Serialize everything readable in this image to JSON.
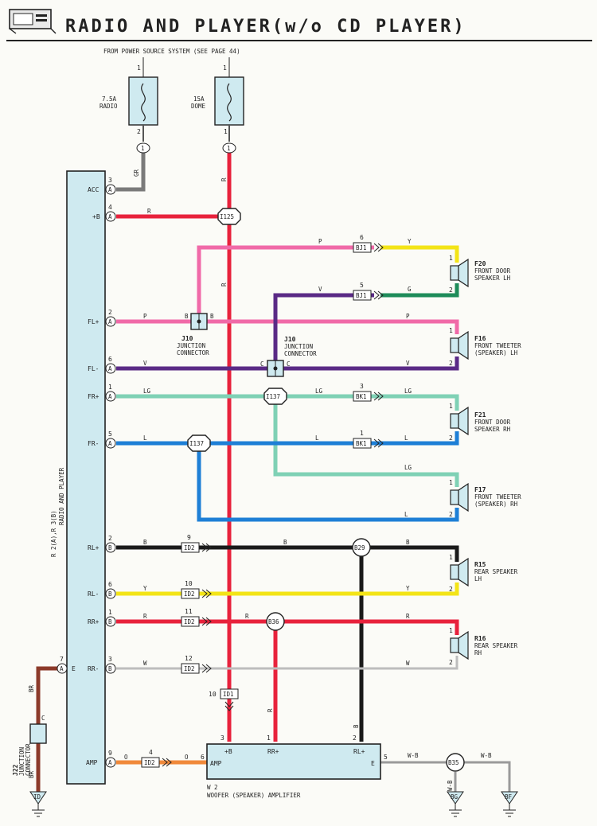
{
  "title": "RADIO AND PLAYER(w/o CD PLAYER)",
  "power_note": "FROM POWER SOURCE SYSTEM (SEE PAGE 44)",
  "fuses": [
    {
      "amp": "7.5A",
      "name": "RADIO",
      "pin_top": "1",
      "pin_bottom": "2"
    },
    {
      "amp": "15A",
      "name": "DOME",
      "pin_top": "1",
      "pin_bottom": "1"
    }
  ],
  "radio": {
    "ref": "R 2(A),R 3(B)",
    "name": "RADIO AND PLAYER",
    "terminals": [
      {
        "name": "ACC",
        "pin": "3",
        "conn": "A"
      },
      {
        "name": "+B",
        "pin": "4",
        "conn": "A"
      },
      {
        "name": "FL+",
        "pin": "2",
        "conn": "A"
      },
      {
        "name": "FL-",
        "pin": "6",
        "conn": "A"
      },
      {
        "name": "FR+",
        "pin": "1",
        "conn": "A"
      },
      {
        "name": "FR-",
        "pin": "5",
        "conn": "A"
      },
      {
        "name": "RL+",
        "pin": "2",
        "conn": "B"
      },
      {
        "name": "RL-",
        "pin": "6",
        "conn": "B"
      },
      {
        "name": "RR+",
        "pin": "1",
        "conn": "B"
      },
      {
        "name": "RR-",
        "pin": "3",
        "conn": "B"
      },
      {
        "name": "AMP",
        "pin": "9",
        "conn": "A"
      }
    ],
    "e_terminal": {
      "name": "E",
      "pin": "7",
      "conn": "A"
    }
  },
  "wire_colors": {
    "GR": "GR",
    "R": "R",
    "P": "P",
    "V": "V",
    "LG": "LG",
    "L": "L",
    "B": "B",
    "Y": "Y",
    "W": "W",
    "O": "O",
    "BR": "BR",
    "G": "G",
    "WB": "W-B"
  },
  "colors": {
    "gray": "#7a7a7a",
    "red": "#e8223c",
    "pink": "#f06aa8",
    "violet": "#5a2a86",
    "lightgreen": "#7fd1b5",
    "blue": "#1e7fd6",
    "black": "#1a1a1a",
    "yellow": "#f3e417",
    "white": "#d6d6d6",
    "orange": "#f0893a",
    "brown": "#8c3a2a",
    "green": "#1e8c5a",
    "box": "#cfeaf0",
    "stroke": "#222222"
  },
  "connectors": {
    "i1": "1",
    "i125": "I125",
    "i137": "I137",
    "b29": "B29",
    "b36": "B36",
    "b35": "B35",
    "bj1": "BJ1",
    "bk1": "BK1",
    "id2": "ID2",
    "id1": "ID1",
    "bj1_pins": [
      "6",
      "5"
    ],
    "bk1_pins": [
      "3",
      "1"
    ],
    "id2_pins": [
      "9",
      "10",
      "11",
      "12",
      "4"
    ],
    "id1_pin": "10",
    "amp_id2_pin": "6"
  },
  "junctions": [
    {
      "id": "J10",
      "label": "JUNCTION CONNECTOR",
      "pin": "B"
    },
    {
      "id": "J10",
      "label": "JUNCTION CONNECTOR",
      "pin": "C"
    },
    {
      "id": "J22",
      "label": "JUNCTION CONNECTOR",
      "pin": "C"
    }
  ],
  "speakers": [
    {
      "id": "F20",
      "name": "FRONT DOOR",
      "name2": "SPEAKER LH"
    },
    {
      "id": "F16",
      "name": "FRONT TWEETER",
      "name2": "(SPEAKER) LH"
    },
    {
      "id": "F21",
      "name": "FRONT DOOR",
      "name2": "SPEAKER RH"
    },
    {
      "id": "F17",
      "name": "FRONT TWEETER",
      "name2": "(SPEAKER) RH"
    },
    {
      "id": "R15",
      "name": "REAR SPEAKER",
      "name2": "LH"
    },
    {
      "id": "R16",
      "name": "REAR SPEAKER",
      "name2": "RH"
    }
  ],
  "speaker_pins": [
    "1",
    "2"
  ],
  "amplifier": {
    "ref": "W 2",
    "name": "WOOFER (SPEAKER) AMPLIFIER",
    "terminals": [
      "+B",
      "RR+",
      "RL+",
      "AMP",
      "E"
    ],
    "pins": [
      "3",
      "1",
      "2",
      "6",
      "5"
    ]
  },
  "grounds": [
    "ID",
    "BG",
    "BF"
  ]
}
